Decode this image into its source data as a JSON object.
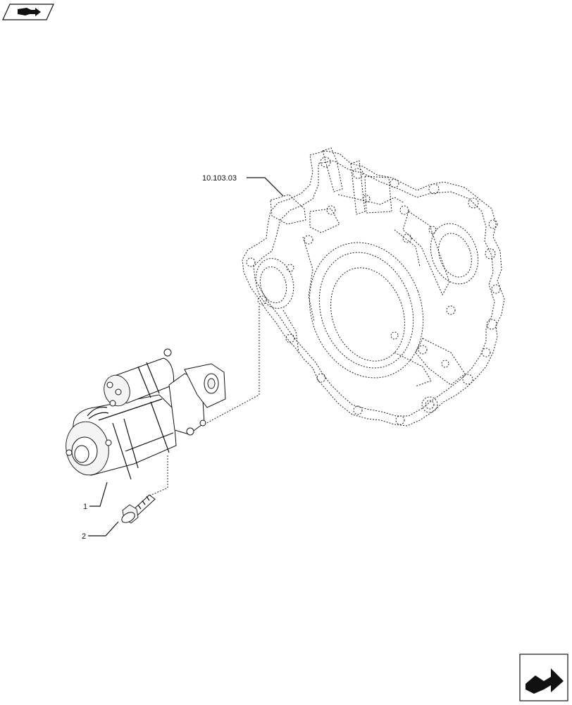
{
  "diagram": {
    "reference_label": "10.103.03",
    "callouts": [
      {
        "id": "1",
        "label": "1"
      },
      {
        "id": "2",
        "label": "2"
      }
    ],
    "nav_icons": {
      "top_left": "book-arrow-icon",
      "bottom_right": "next-page-arrow-icon"
    }
  }
}
